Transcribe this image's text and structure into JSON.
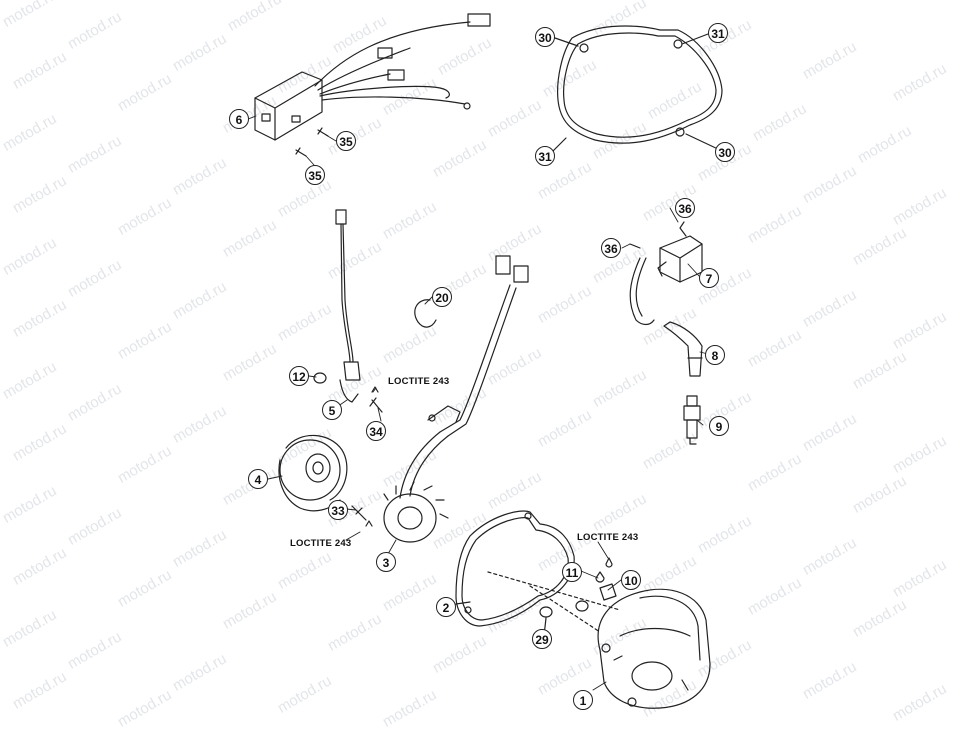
{
  "watermark": "motod.ru",
  "callouts": [
    {
      "key": "c6",
      "label": "6"
    },
    {
      "key": "c35a",
      "label": "35"
    },
    {
      "key": "c35b",
      "label": "35"
    },
    {
      "key": "c30a",
      "label": "30"
    },
    {
      "key": "c31a",
      "label": "31"
    },
    {
      "key": "c31b",
      "label": "31"
    },
    {
      "key": "c30b",
      "label": "30"
    },
    {
      "key": "c36a",
      "label": "36"
    },
    {
      "key": "c36b",
      "label": "36"
    },
    {
      "key": "c7",
      "label": "7"
    },
    {
      "key": "c20",
      "label": "20"
    },
    {
      "key": "c8",
      "label": "8"
    },
    {
      "key": "c12",
      "label": "12"
    },
    {
      "key": "c5",
      "label": "5"
    },
    {
      "key": "c34",
      "label": "34"
    },
    {
      "key": "c9",
      "label": "9"
    },
    {
      "key": "c4",
      "label": "4"
    },
    {
      "key": "c33",
      "label": "33"
    },
    {
      "key": "c3",
      "label": "3"
    },
    {
      "key": "c11",
      "label": "11"
    },
    {
      "key": "c10",
      "label": "10"
    },
    {
      "key": "c2",
      "label": "2"
    },
    {
      "key": "c29",
      "label": "29"
    },
    {
      "key": "c1",
      "label": "1"
    }
  ],
  "notes": [
    {
      "key": "n1",
      "label": "LOCTITE 243"
    },
    {
      "key": "n2",
      "label": "LOCTITE 243"
    },
    {
      "key": "n3",
      "label": "LOCTITE 243"
    }
  ]
}
